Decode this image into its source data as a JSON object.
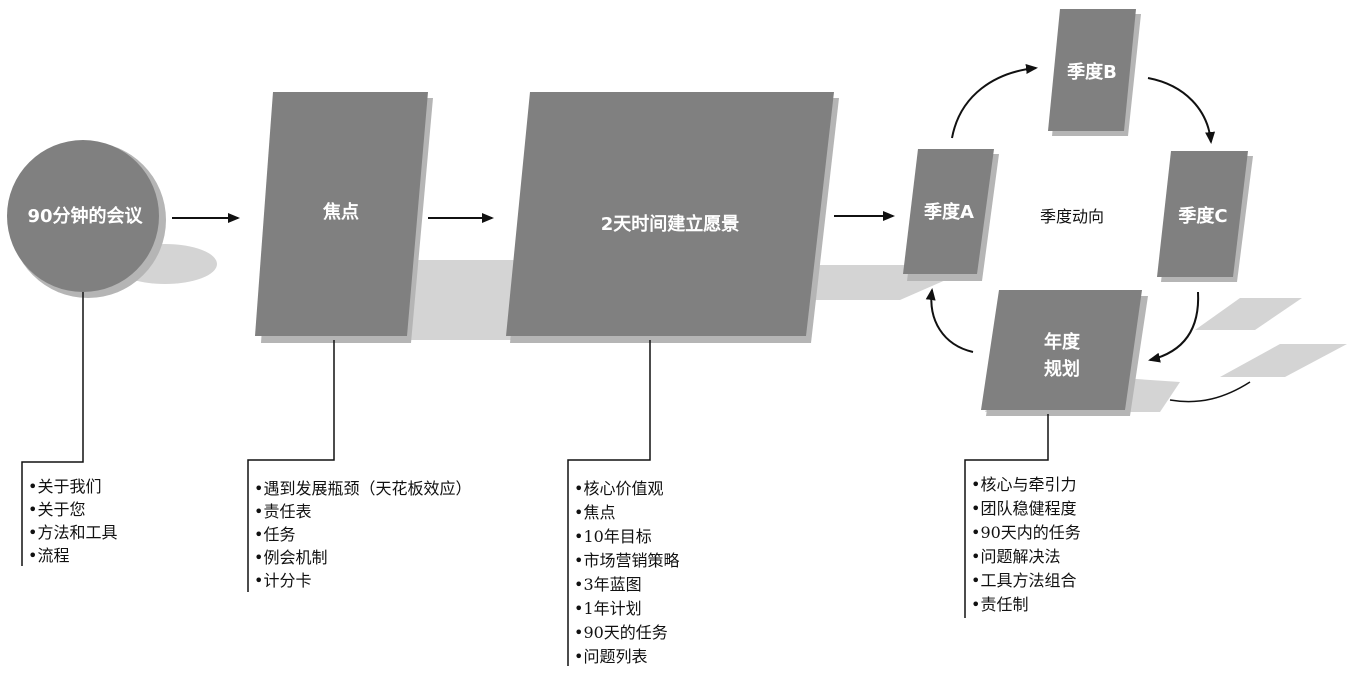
{
  "nodes": {
    "meeting": "90分钟的会议",
    "focus": "焦点",
    "vision": "2天时间建立愿景",
    "quarter_a": "季度A",
    "quarter_b": "季度B",
    "quarter_c": "季度C",
    "annual_line1": "年度",
    "annual_line2": "规划",
    "cycle_center": "季度动向"
  },
  "lists": {
    "meeting": [
      "•关于我们",
      "•关于您",
      "•方法和工具",
      "•流程"
    ],
    "focus": [
      "•遇到发展瓶颈（天花板效应）",
      "•责任表",
      "•任务",
      "•例会机制",
      "•计分卡"
    ],
    "vision": [
      "•核心价值观",
      "•焦点",
      "•10年目标",
      "•市场营销策略",
      "•3年蓝图",
      "•1年计划",
      "•90天的任务",
      "•问题列表"
    ],
    "annual": [
      "•核心与牵引力",
      "•团队稳健程度",
      "•90天内的任务",
      "•问题解决法",
      "•工具方法组合",
      "•责任制"
    ]
  },
  "colors": {
    "node_fill": "#808080",
    "node_side": "#b5b5b5",
    "shadow": "#d4d4d4",
    "line": "#111111"
  }
}
